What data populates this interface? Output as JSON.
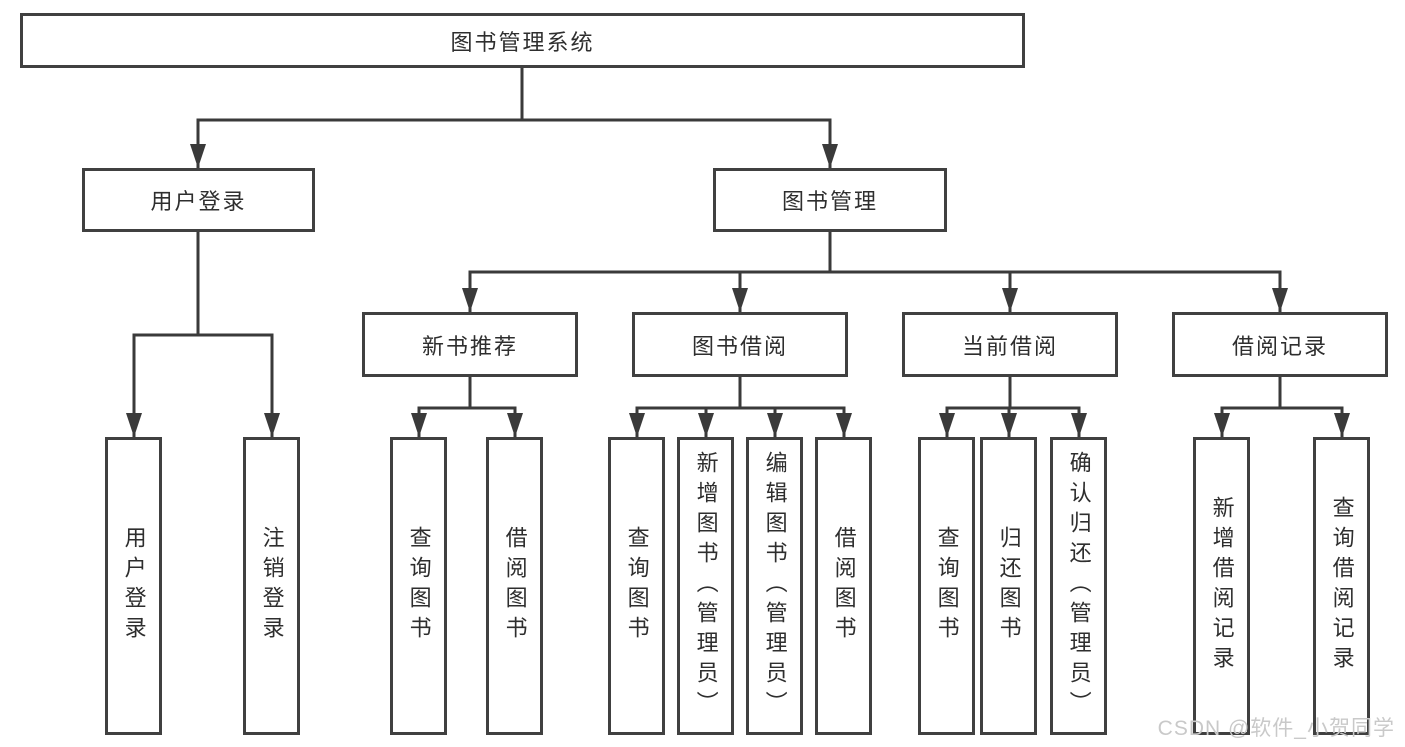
{
  "diagram_type": "functional-structure-tree",
  "watermark": "CSDN @软件_小贺同学",
  "colors": {
    "line": "#3a3a3a",
    "box_border": "#404040",
    "text": "#2e2e2e",
    "watermark_text": "#c9c9c9",
    "background": "#ffffff"
  },
  "tree": {
    "root": {
      "label": "图书管理系统",
      "children": [
        {
          "label": "用户登录",
          "children": [
            {
              "label": "用户登录"
            },
            {
              "label": "注销登录"
            }
          ]
        },
        {
          "label": "图书管理",
          "children": [
            {
              "label": "新书推荐",
              "children": [
                {
                  "label": "查询图书"
                },
                {
                  "label": "借阅图书"
                }
              ]
            },
            {
              "label": "图书借阅",
              "children": [
                {
                  "label": "查询图书"
                },
                {
                  "label": "新增图书（管理员）"
                },
                {
                  "label": "编辑图书（管理员）"
                },
                {
                  "label": "借阅图书"
                }
              ]
            },
            {
              "label": "当前借阅",
              "children": [
                {
                  "label": "查询图书"
                },
                {
                  "label": "归还图书"
                },
                {
                  "label": "确认归还（管理员）"
                }
              ]
            },
            {
              "label": "借阅记录",
              "children": [
                {
                  "label": "新增借阅记录"
                },
                {
                  "label": "查询借阅记录"
                }
              ]
            }
          ]
        }
      ]
    }
  }
}
